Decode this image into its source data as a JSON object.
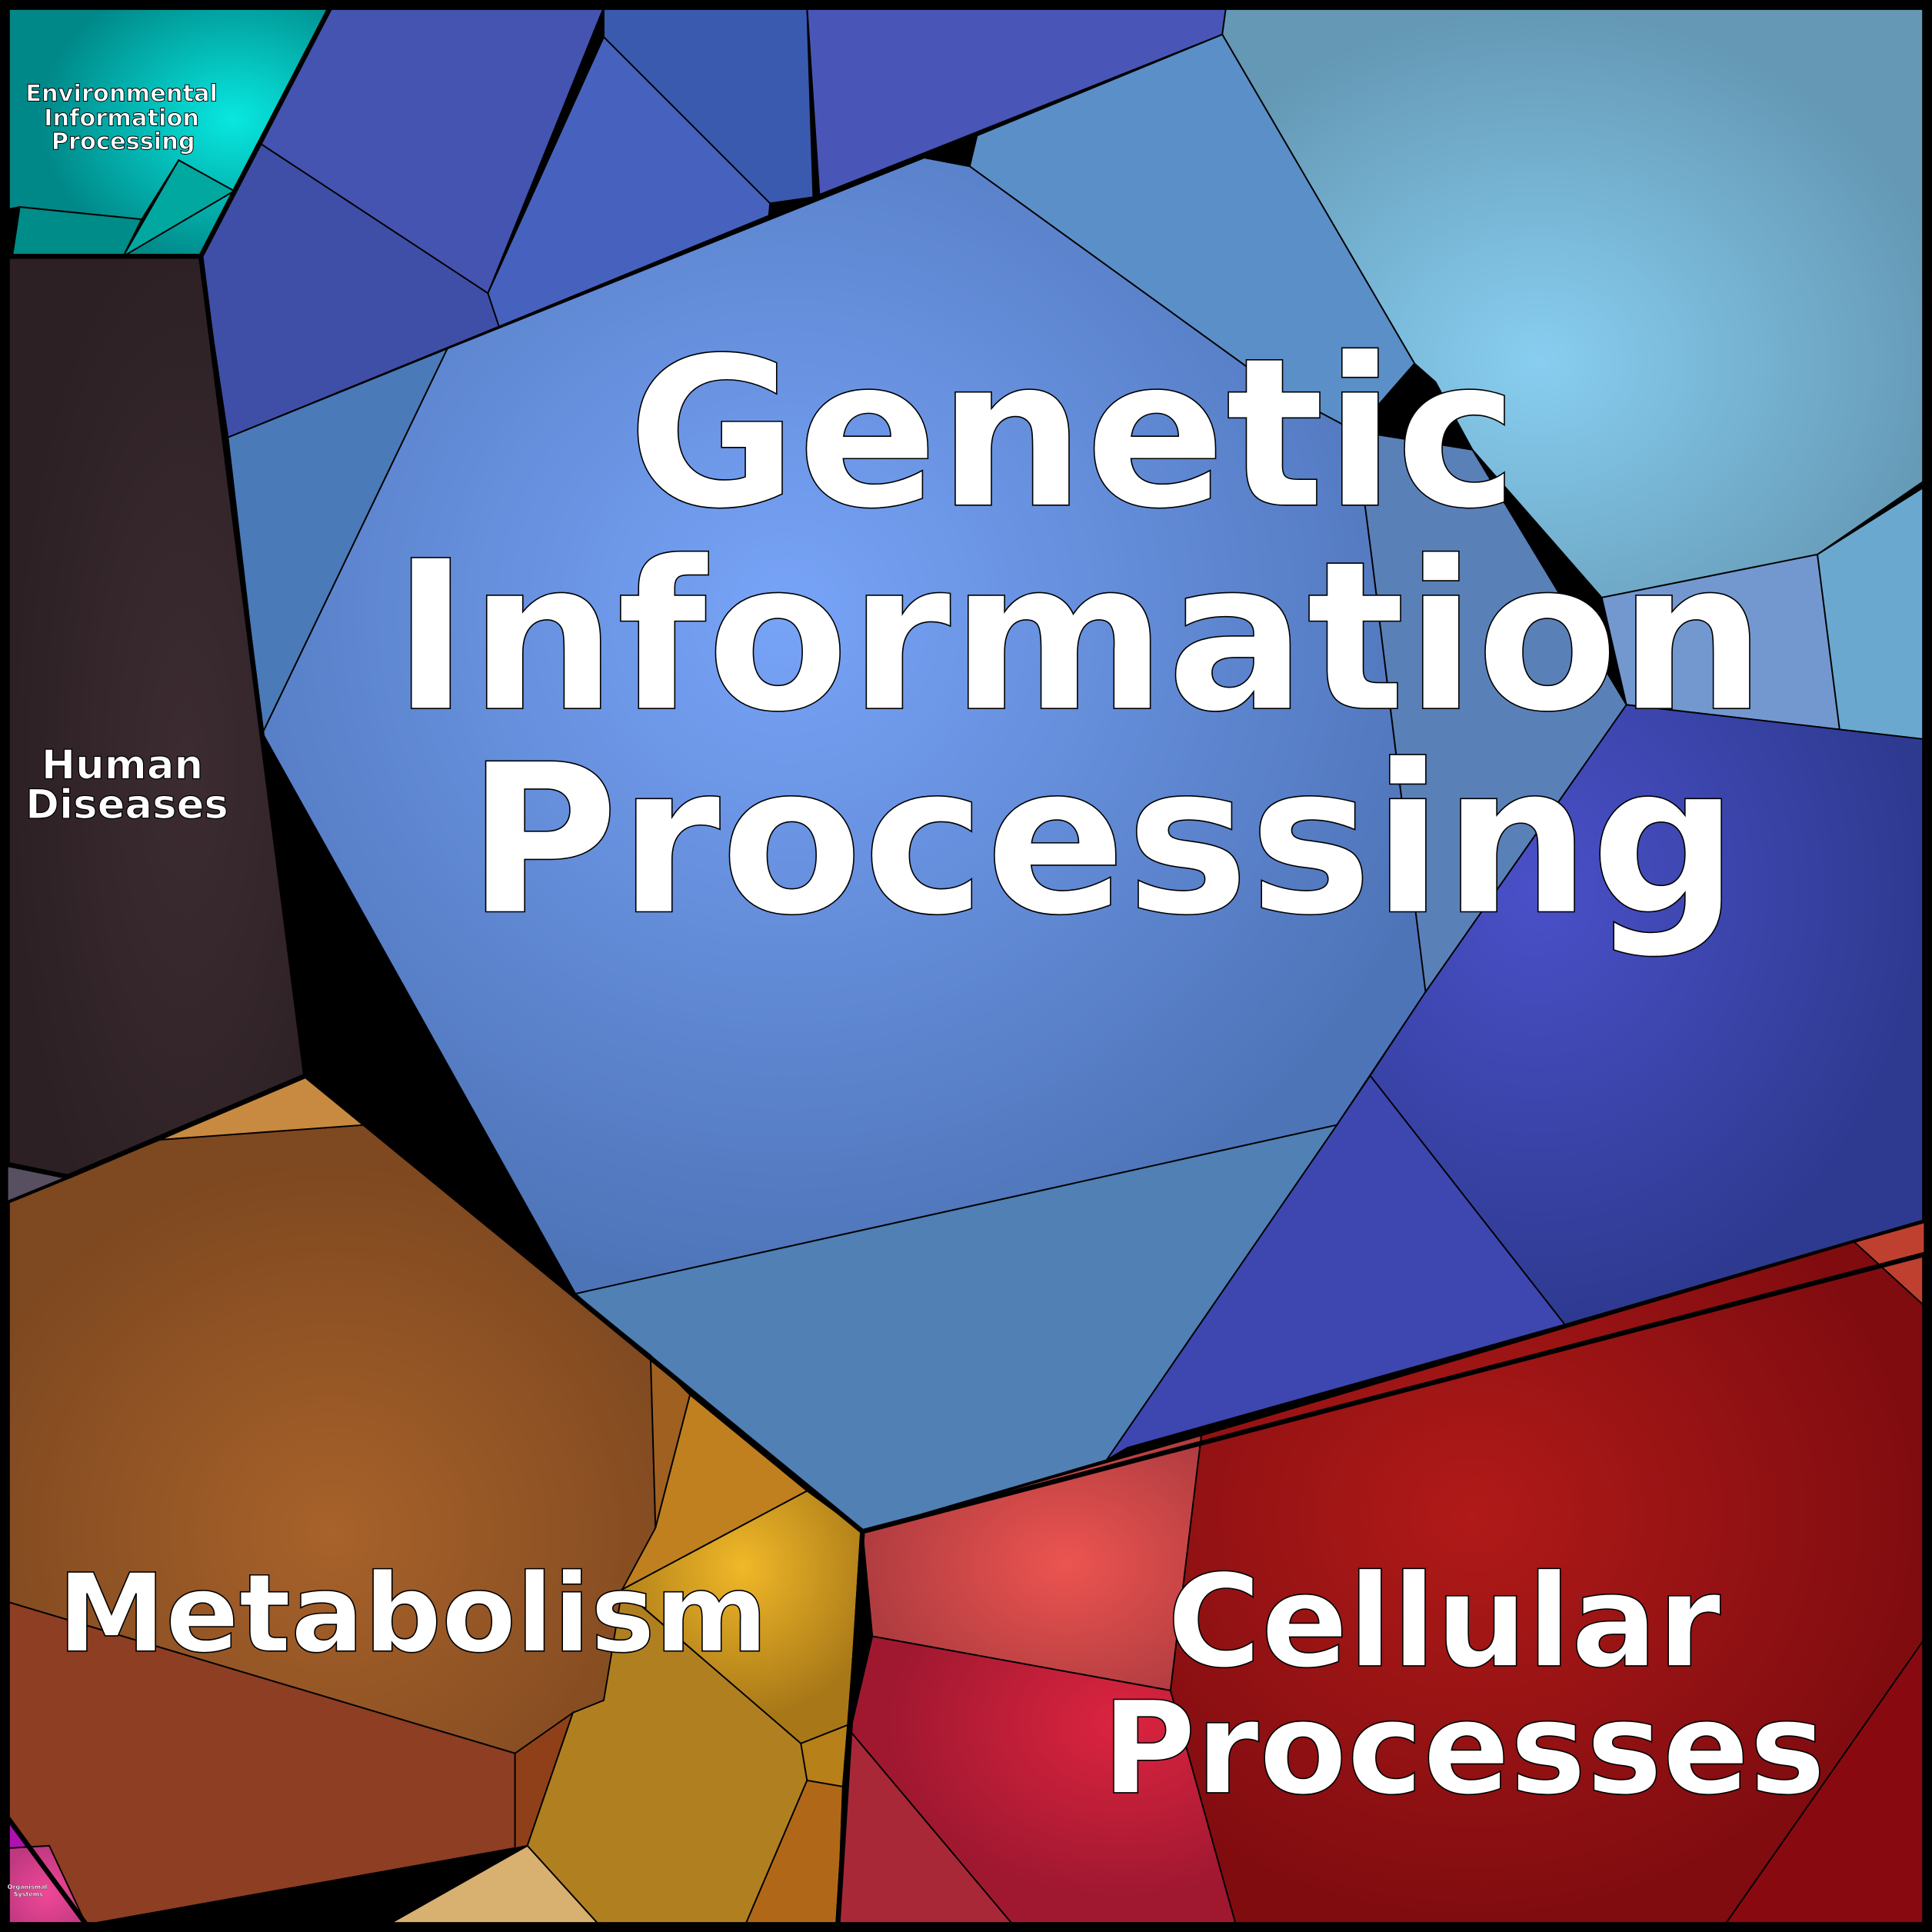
{
  "categories": [
    {
      "id": "genetic",
      "lines": [
        "Genetic",
        "Information",
        "Processing"
      ],
      "color": "#6a9cf0"
    },
    {
      "id": "metabolism",
      "lines": [
        "Metabolism"
      ],
      "color": "#a8622a"
    },
    {
      "id": "cellular",
      "lines": [
        "Cellular",
        "Processes"
      ],
      "color": "#a01818"
    },
    {
      "id": "human",
      "lines": [
        "Human",
        "Diseases"
      ],
      "color": "#3a2a30"
    },
    {
      "id": "environmental",
      "lines": [
        "Environmental",
        "Information",
        "Processing"
      ],
      "color": "#00d8d0"
    },
    {
      "id": "organismal",
      "lines": [
        "Organismal",
        "Systems"
      ],
      "color": "#e84090"
    }
  ]
}
